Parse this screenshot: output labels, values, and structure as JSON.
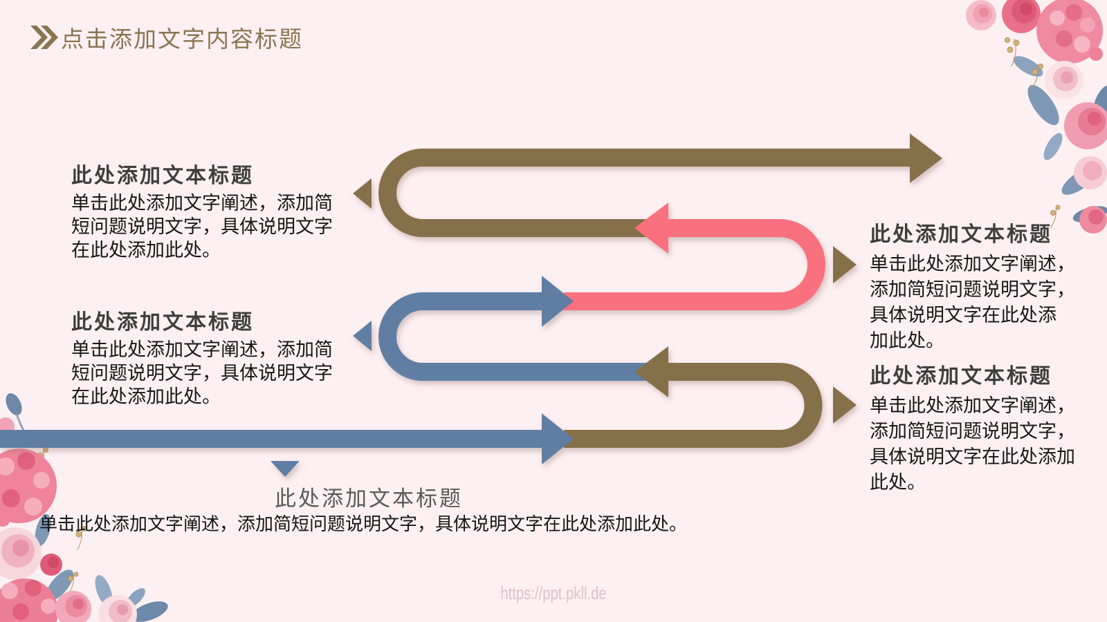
{
  "slide": {
    "background": "#fdf0f2",
    "watermark": "https://ppt.pkll.de"
  },
  "title": {
    "text": "点击添加文字内容标题",
    "color": "#8a7450",
    "chevron_icon": "double-right-chevron"
  },
  "diagram": {
    "type": "serpentine-arrow-process",
    "colors": {
      "olive": "#857049",
      "blue": "#617ea4",
      "pink": "#f9717f"
    },
    "shadow_color": "#8d6b66"
  },
  "blocks": {
    "left1": {
      "heading": "此处添加文本标题",
      "lines": [
        "单击此处添加文字阐述，添加简",
        "短问题说明文字，具体说明文字",
        "在此处添加此处。"
      ]
    },
    "left2": {
      "heading": "此处添加文本标题",
      "lines": [
        "单击此处添加文字阐述，添加简",
        "短问题说明文字，具体说明文字",
        "在此处添加此处。"
      ]
    },
    "right1": {
      "heading": "此处添加文本标题",
      "lines": [
        "单击此处添加文字阐述，",
        "添加简短问题说明文字，",
        "具体说明文字在此处添",
        "加此处。"
      ]
    },
    "right2": {
      "heading": "此处添加文本标题",
      "lines": [
        "单击此处添加文字阐述，",
        "添加简短问题说明文字，",
        "具体说明文字在此处添加",
        "此处。"
      ]
    },
    "bottom": {
      "heading": "此处添加文本标题",
      "body": "单击此处添加文字阐述，添加简短问题说明文字，具体说明文字在此处添加此处。"
    }
  }
}
